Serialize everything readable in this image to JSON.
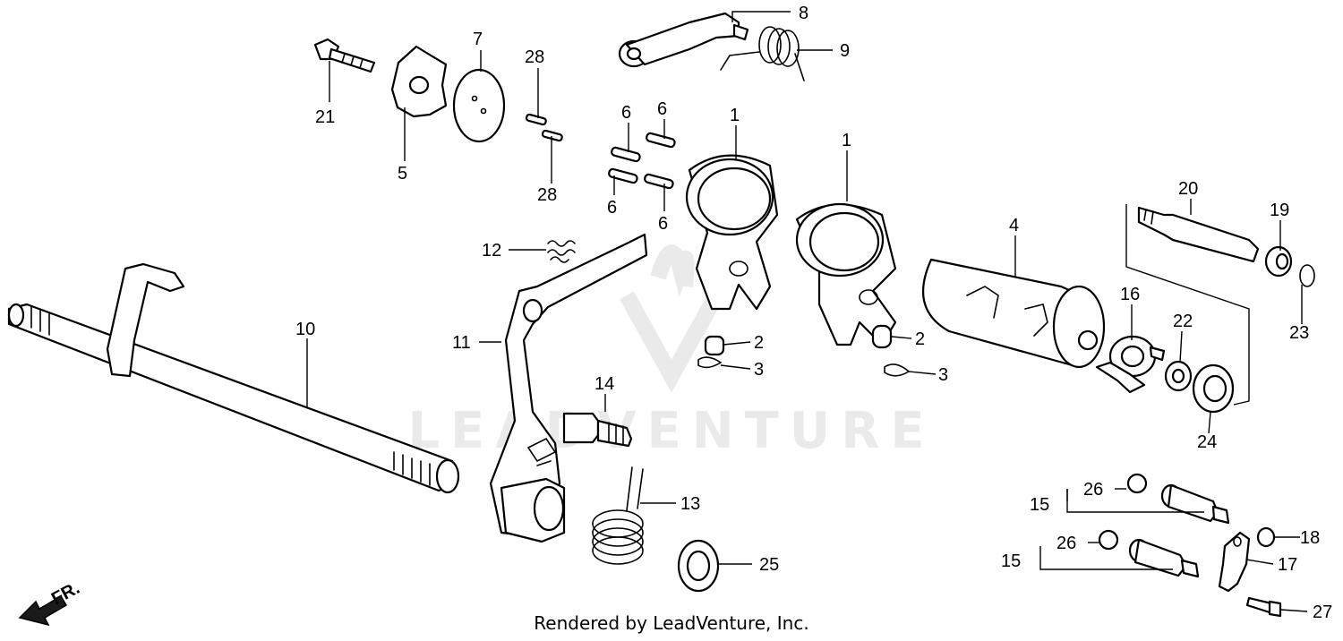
{
  "callouts": {
    "c1a": "1",
    "c1b": "1",
    "c2a": "2",
    "c2b": "2",
    "c3a": "3",
    "c3b": "3",
    "c4": "4",
    "c5": "5",
    "c6a": "6",
    "c6b": "6",
    "c6c": "6",
    "c6d": "6",
    "c7": "7",
    "c8": "8",
    "c9": "9",
    "c10": "10",
    "c11": "11",
    "c12": "12",
    "c13": "13",
    "c14": "14",
    "c15a": "15",
    "c15b": "15",
    "c16": "16",
    "c17": "17",
    "c18": "18",
    "c19": "19",
    "c20": "20",
    "c21": "21",
    "c22": "22",
    "c23": "23",
    "c24": "24",
    "c25": "25",
    "c26a": "26",
    "c26b": "26",
    "c27": "27",
    "c28a": "28",
    "c28b": "28"
  },
  "direction_label": "FR.",
  "watermark": "LEADVENTURE",
  "credit": "Rendered by LeadVenture, Inc."
}
